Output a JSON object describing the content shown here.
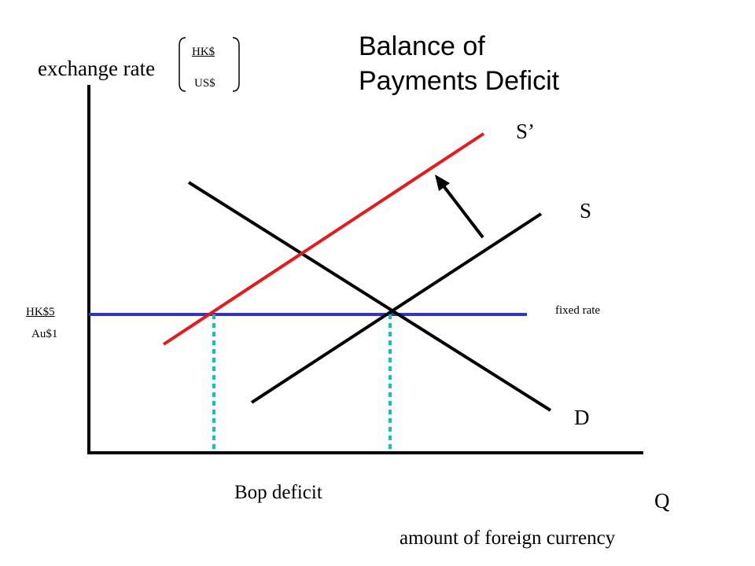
{
  "title": {
    "line1": "Balance of",
    "line2": "Payments Deficit"
  },
  "y_axis": {
    "label": "exchange rate",
    "unit_numerator": "HK$",
    "unit_denominator": "US$"
  },
  "x_axis": {
    "label_short": "Q",
    "label": "amount of foreign currency"
  },
  "curves": {
    "supply_new": "S’",
    "supply": "S",
    "demand": "D"
  },
  "fixed_rate": {
    "label": "fixed rate",
    "value_numerator": "HK$5",
    "value_denominator": "Au$1"
  },
  "annotation": {
    "bop_deficit": "Bop deficit"
  },
  "colors": {
    "axis": "#000000",
    "demand": "#000000",
    "supply": "#000000",
    "supply_new": "#e8191a",
    "fixed_rate": "#2e35c8",
    "guide": "#14c3b0",
    "arrow": "#000000"
  }
}
